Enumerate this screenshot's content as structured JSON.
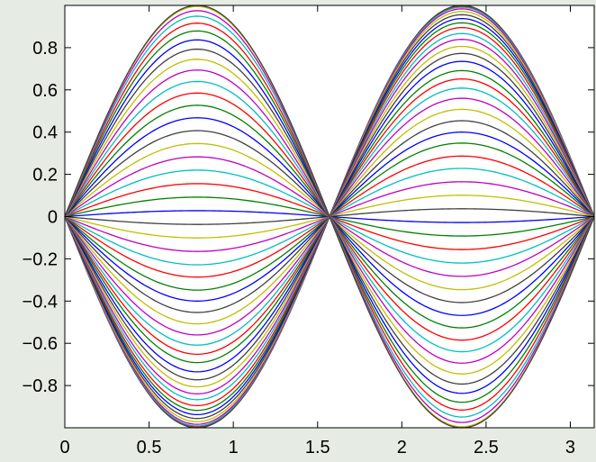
{
  "chart_data": {
    "type": "line",
    "title": "",
    "xlabel": "",
    "ylabel": "",
    "xlim": [
      0,
      3.14159
    ],
    "ylim": [
      -1,
      1
    ],
    "x_ticks": [
      0,
      0.5,
      1,
      1.5,
      2,
      2.5,
      3
    ],
    "x_tick_labels": [
      "0",
      "0.5",
      "1",
      "1.5",
      "2",
      "2.5",
      "3"
    ],
    "y_ticks": [
      0.8,
      0.6,
      0.4,
      0.2,
      0,
      -0.2,
      -0.4,
      -0.6,
      -0.8
    ],
    "y_tick_labels": [
      "0.8",
      "0.6",
      "0.4",
      "0.2",
      "0",
      "−0.2",
      "−0.4",
      "−0.6",
      "−0.8"
    ],
    "grid": false,
    "legend": "none",
    "background_color": "#e6ebe4",
    "plot_background_color": "#ffffff",
    "series_colors": [
      "#0000ff",
      "#008000",
      "#ff0000",
      "#00bfbf",
      "#bf00bf",
      "#bfbf00",
      "#404040"
    ],
    "series_function": "y = sin(t) * sin(2x)",
    "series_amplitudes": [
      -0.9998,
      -0.9981,
      -0.995,
      -0.9913,
      -0.9836,
      -0.9711,
      -0.956,
      -0.9377,
      -0.9177,
      -0.895,
      -0.8669,
      -0.8393,
      -0.8061,
      -0.7728,
      -0.735,
      -0.6915,
      -0.6518,
      -0.6085,
      -0.5604,
      -0.5079,
      -0.4539,
      -0.4,
      -0.348,
      -0.2866,
      -0.2282,
      -0.165,
      -0.101,
      -0.037,
      0.028,
      0.092,
      0.156,
      0.22,
      0.283,
      0.346,
      0.407,
      0.468,
      0.527,
      0.585,
      0.64,
      0.694,
      0.745,
      0.793,
      0.837,
      0.879,
      0.916,
      0.949,
      0.975,
      0.995,
      1.0
    ]
  }
}
